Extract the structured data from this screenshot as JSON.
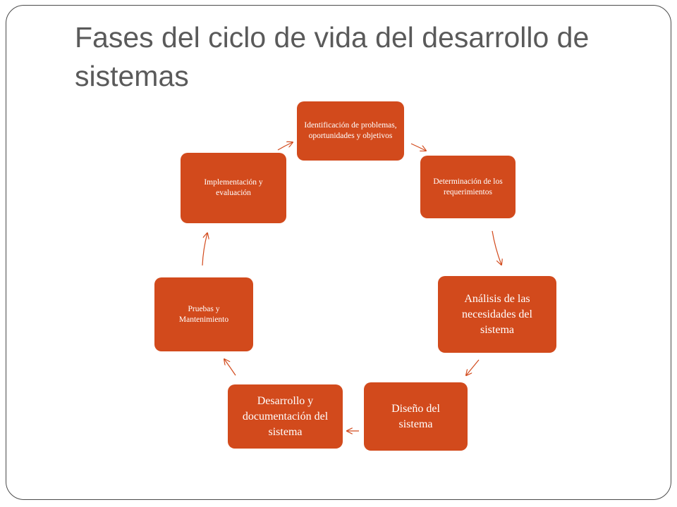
{
  "slide": {
    "title": "Fases del ciclo de vida del desarrollo de sistemas"
  },
  "diagram": {
    "type": "cycle",
    "colors": {
      "node_fill": "#d24a1c",
      "node_text": "#ffffff",
      "arrow": "#d24a1c"
    },
    "nodes": [
      {
        "id": "identificacion",
        "label": "Identificación de problemas, oportunidades y objetivos"
      },
      {
        "id": "requerimientos",
        "label": "Determinación de los requerimientos"
      },
      {
        "id": "analisis",
        "label": "Análisis de las necesidades del sistema"
      },
      {
        "id": "diseno",
        "label": "Diseño del sistema"
      },
      {
        "id": "desarrollo",
        "label": "Desarrollo y documentación del sistema"
      },
      {
        "id": "pruebas",
        "label": "Pruebas y Mantenimiento"
      },
      {
        "id": "implementacion",
        "label": "Implementación y evaluación"
      }
    ],
    "edges": [
      {
        "from": "identificacion",
        "to": "requerimientos"
      },
      {
        "from": "requerimientos",
        "to": "analisis"
      },
      {
        "from": "analisis",
        "to": "diseno"
      },
      {
        "from": "diseno",
        "to": "desarrollo"
      },
      {
        "from": "desarrollo",
        "to": "pruebas"
      },
      {
        "from": "pruebas",
        "to": "implementacion"
      },
      {
        "from": "implementacion",
        "to": "identificacion"
      }
    ]
  }
}
